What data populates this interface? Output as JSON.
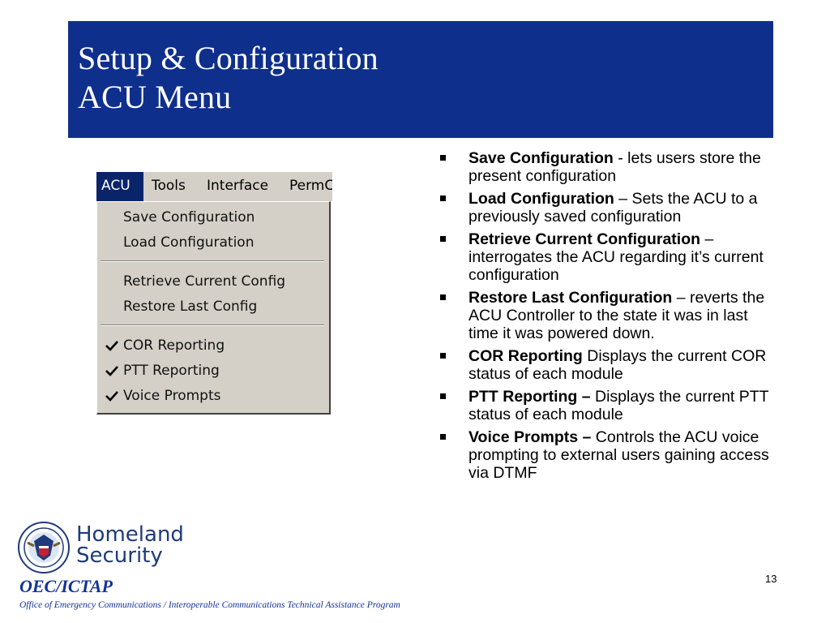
{
  "title": {
    "line1": "Setup & Configuration",
    "line2": "ACU Menu"
  },
  "menu_screenshot": {
    "menubar": [
      "ACU",
      "Tools",
      "Interface",
      "PermC"
    ],
    "items": [
      {
        "label": "Save Configuration",
        "checked": false
      },
      {
        "label": "Load Configuration",
        "checked": false
      },
      {
        "label": "Retrieve Current Config",
        "checked": false
      },
      {
        "label": "Restore Last Config",
        "checked": false
      },
      {
        "label": "COR Reporting",
        "checked": true
      },
      {
        "label": "PTT Reporting",
        "checked": true
      },
      {
        "label": "Voice Prompts",
        "checked": true
      }
    ]
  },
  "bullets": [
    {
      "term": "Save Configuration",
      "text": " - lets users store the present configuration"
    },
    {
      "term": "Load Configuration",
      "text": " – Sets the ACU to a previously saved configuration"
    },
    {
      "term": "Retrieve Current Configuration",
      "text": " – interrogates the ACU regarding it’s current configuration"
    },
    {
      "term": "Restore Last Configuration",
      "text": " – reverts the ACU Controller to the state it was in last time it was powered down."
    },
    {
      "term": "COR Reporting",
      "text": " Displays the current COR status of each module"
    },
    {
      "term": "PTT Reporting –",
      "text": " Displays the current PTT status of each module"
    },
    {
      "term": "Voice Prompts –",
      "text": " Controls the ACU voice prompting to external users gaining access via DTMF"
    }
  ],
  "footer": {
    "brand_line1": "Homeland",
    "brand_line2": "Security",
    "seal_icon": "dhs-seal-icon",
    "program_short": "OEC/ICTAP",
    "program_full": "Office of Emergency Communications / Interoperable Communications Technical Assistance Program",
    "page_number": "13"
  },
  "colors": {
    "title_bar": "#0f2f8c",
    "menu_highlight": "#0a246a",
    "menu_face": "#d4d0c8",
    "footer_blue": "#12339a"
  }
}
